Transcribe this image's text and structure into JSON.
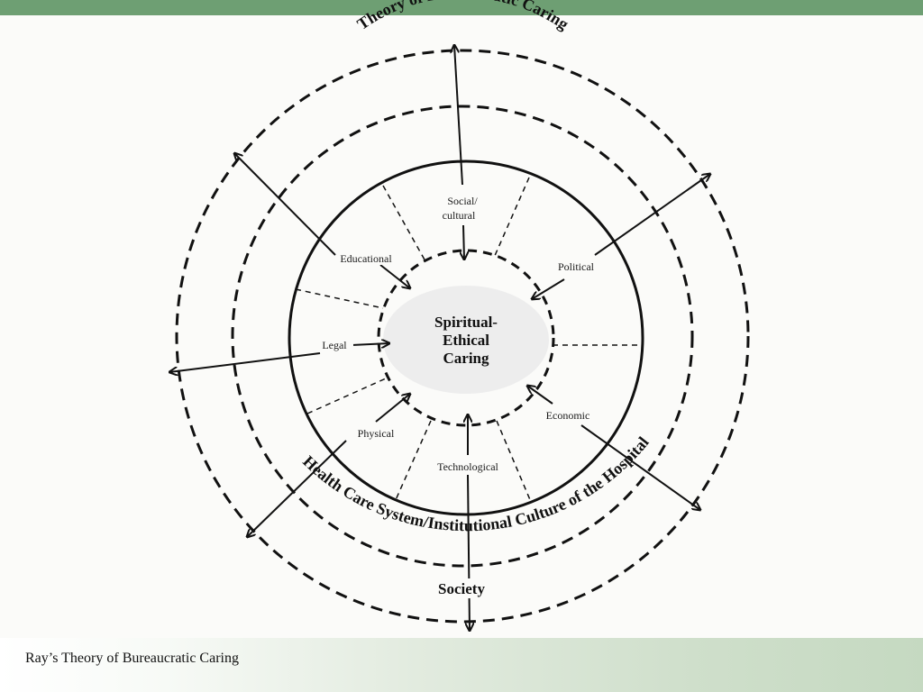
{
  "slide": {
    "footer_title": "Ray’s Theory of Bureaucratic Caring"
  },
  "diagram": {
    "outer_arc_title": "Theory of Bureaucratic Caring",
    "bottom_arc_title": "Health Care System/Institutional Culture of the Hospital",
    "society_label": "Society",
    "center_line1": "Spiritual-",
    "center_line2": "Ethical",
    "center_line3": "Caring",
    "dimensions": {
      "social_line1": "Social/",
      "social_line2": "cultural",
      "educational": "Educational",
      "political": "Political",
      "legal": "Legal",
      "physical": "Physical",
      "economic": "Economic",
      "technological": "Technological"
    }
  },
  "colors": {
    "header_bar": "#6e9f73",
    "line": "#111111"
  }
}
